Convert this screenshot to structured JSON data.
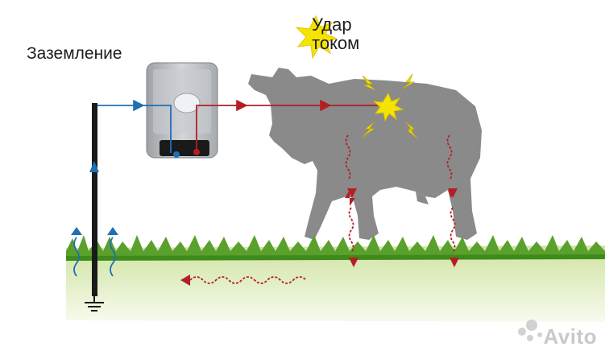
{
  "labels": {
    "grounding": "Заземление",
    "shock_line1": "Удар",
    "shock_line2": "током"
  },
  "watermark": "Avito",
  "colors": {
    "ground_current": "#1f6fb3",
    "shock_current": "#b31f24",
    "cow": "#8a8a8a",
    "spark": "#f5e400",
    "grass": "#5aa02c",
    "soil": "#dbe9b8",
    "energizer": "#bfc3c7"
  },
  "icons": [
    "ground-symbol-icon",
    "spark-icon",
    "lightning-bolt-icon",
    "avito-logo"
  ]
}
